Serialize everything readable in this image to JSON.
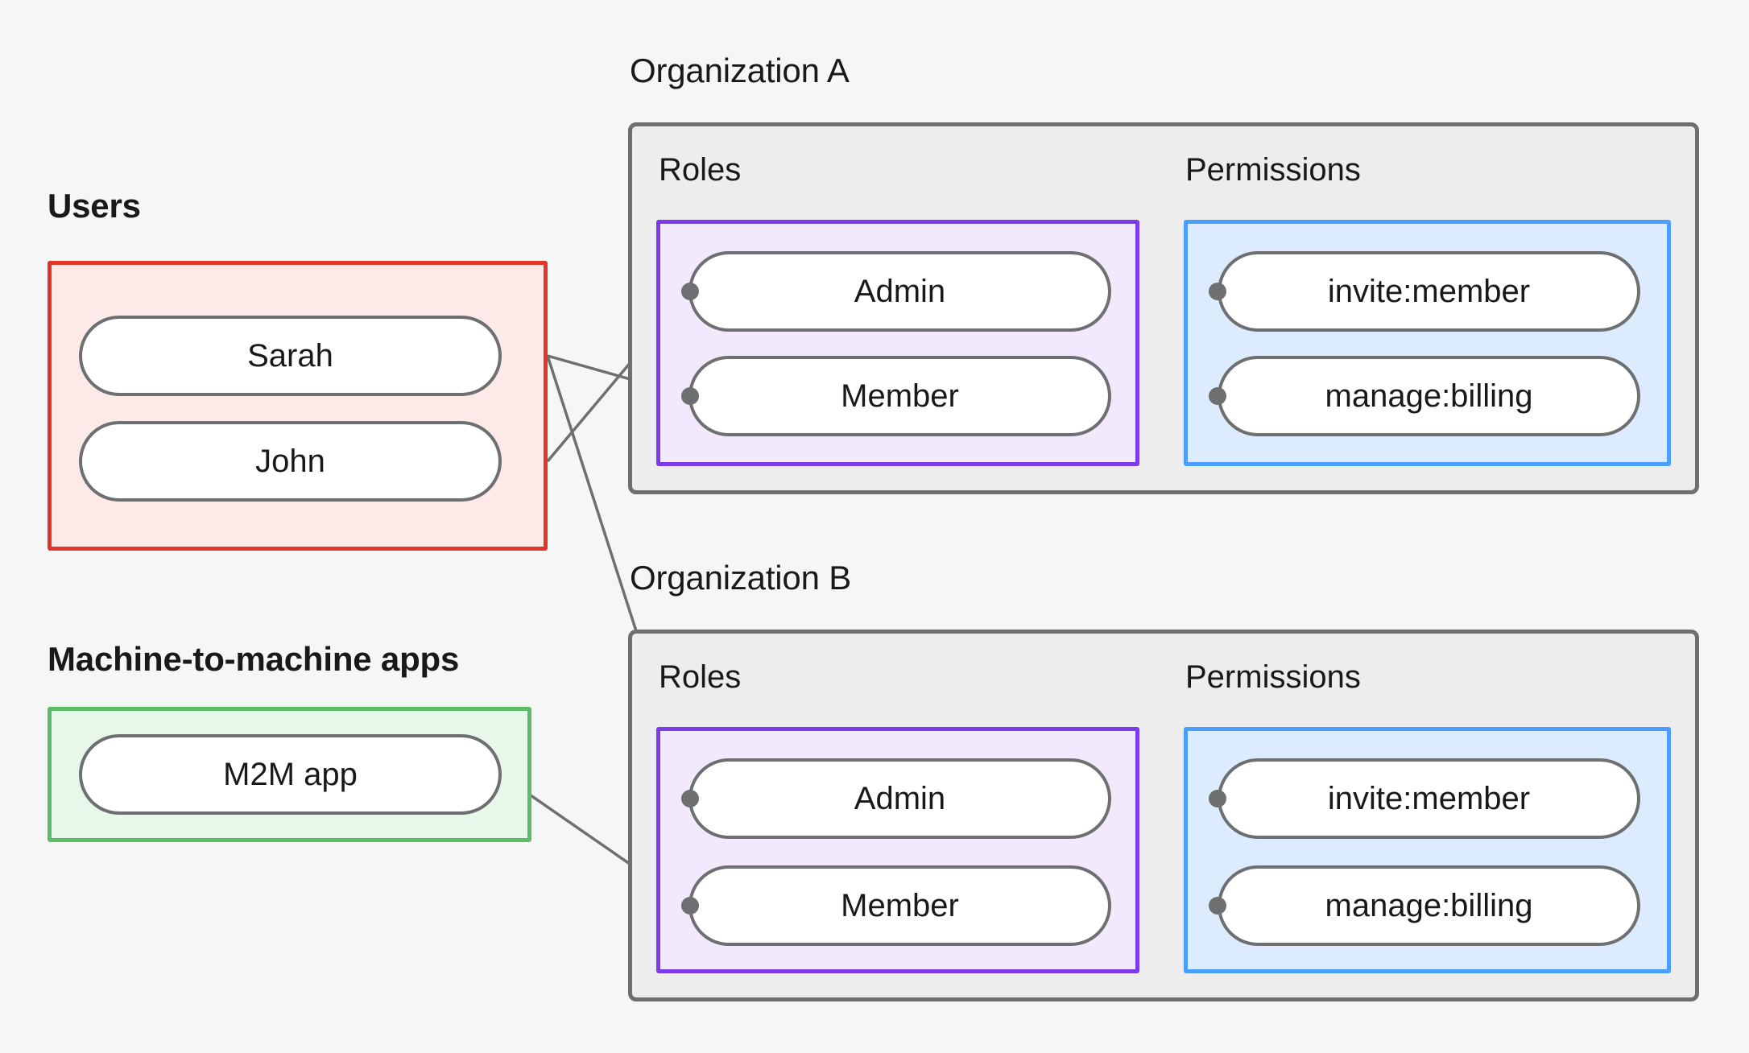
{
  "diagram": {
    "title_users": "Users",
    "title_m2m": "Machine-to-machine apps",
    "title_org_a": "Organization A",
    "title_org_b": "Organization B",
    "label_roles": "Roles",
    "label_permissions": "Permissions"
  },
  "colors": {
    "background": "#f5f7f6",
    "users_border": "#e2362b",
    "users_fill": "#fdeae8",
    "m2m_border": "#5cbc67",
    "m2m_fill": "#e7f7e9",
    "org_border": "#6d6f71",
    "org_fill": "#ededed",
    "roles_border": "#7c3aed",
    "roles_fill": "#f2e9fd",
    "permissions_border": "#4a9eff",
    "permissions_fill": "#dcebfd",
    "pill_border": "#6d6f71",
    "pill_fill": "#ffffff",
    "edge": "#6d6f71",
    "text": "#17191a"
  },
  "users": [
    {
      "id": "sarah",
      "label": "Sarah"
    },
    {
      "id": "john",
      "label": "John"
    }
  ],
  "m2m_apps": [
    {
      "id": "m2m",
      "label": "M2M app"
    }
  ],
  "organizations": [
    {
      "id": "org-a",
      "name": "Organization A",
      "roles_label": "Roles",
      "permissions_label": "Permissions",
      "roles": [
        {
          "id": "a-admin",
          "label": "Admin"
        },
        {
          "id": "a-member",
          "label": "Member"
        }
      ],
      "permissions": [
        {
          "id": "a-invite",
          "label": "invite:member"
        },
        {
          "id": "a-billing",
          "label": "manage:billing"
        }
      ]
    },
    {
      "id": "org-b",
      "name": "Organization B",
      "roles_label": "Roles",
      "permissions_label": "Permissions",
      "roles": [
        {
          "id": "b-admin",
          "label": "Admin"
        },
        {
          "id": "b-member",
          "label": "Member"
        }
      ],
      "permissions": [
        {
          "id": "b-invite",
          "label": "invite:member"
        },
        {
          "id": "b-billing",
          "label": "manage:billing"
        }
      ]
    }
  ],
  "edges": [
    {
      "from": "sarah",
      "to": "a-member"
    },
    {
      "from": "sarah",
      "to": "b-admin"
    },
    {
      "from": "john",
      "to": "a-admin"
    },
    {
      "from": "m2m",
      "to": "b-member"
    },
    {
      "from": "a-admin",
      "to": "a-invite"
    },
    {
      "from": "a-admin",
      "to": "a-billing"
    },
    {
      "from": "a-member",
      "to": "a-billing"
    },
    {
      "from": "b-admin",
      "to": "b-invite"
    },
    {
      "from": "b-admin",
      "to": "b-billing"
    },
    {
      "from": "b-member",
      "to": "b-billing"
    }
  ]
}
